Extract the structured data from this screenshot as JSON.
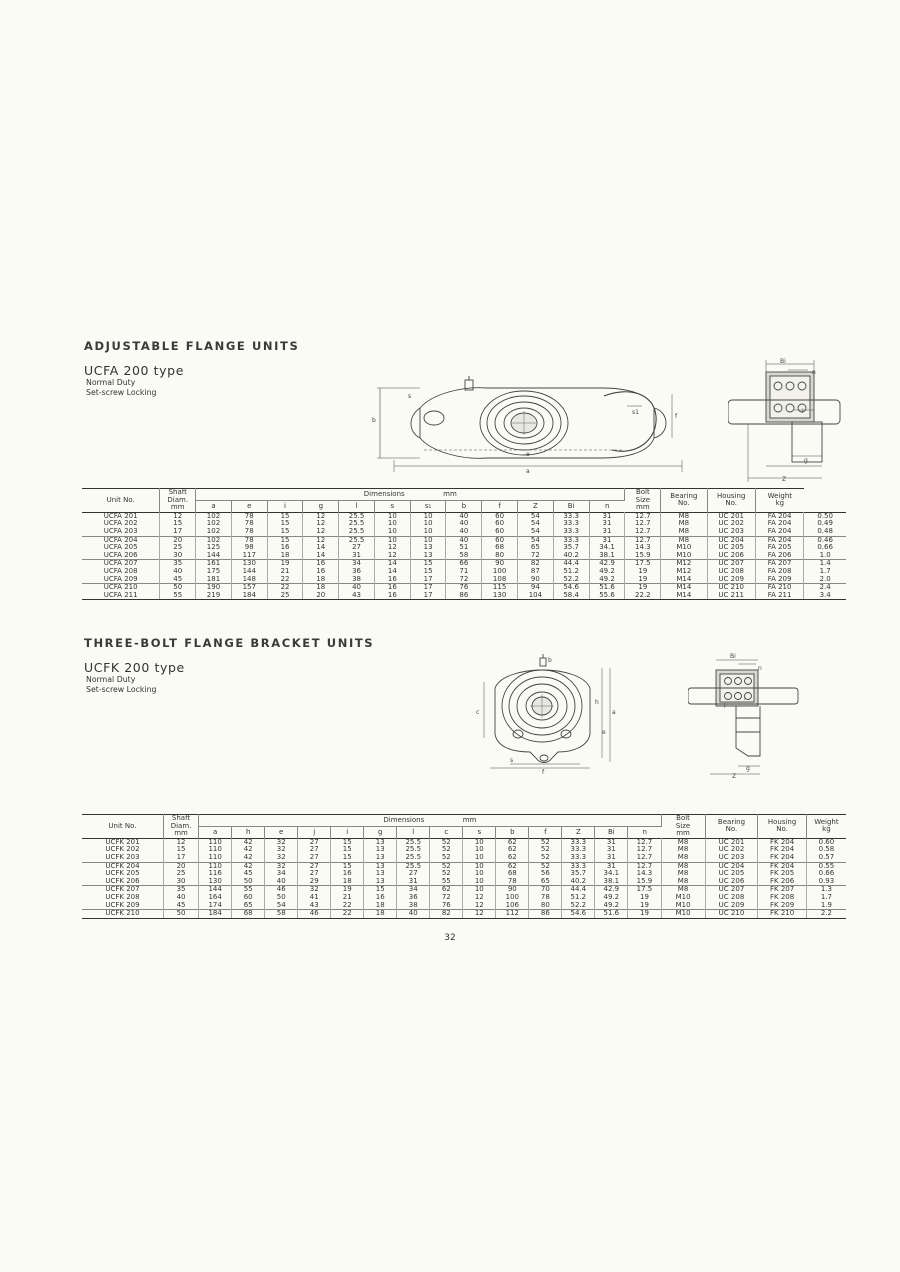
{
  "sections": [
    {
      "title": "ADJUSTABLE FLANGE UNITS",
      "type_label": "UCFA 200 type",
      "subtitle_lines": [
        "Normal Duty",
        "Set-screw Locking"
      ],
      "drawing_labels": {
        "front": [
          "s",
          "b",
          "e",
          "a",
          "f",
          "s1"
        ],
        "side": [
          "Bi",
          "n",
          "i",
          "g",
          "Z"
        ]
      },
      "headers": {
        "unit_no": "Unit No.",
        "shaft": [
          "Shaft",
          "Diam.",
          "mm"
        ],
        "dimensions": "Dimensions",
        "dimensions_unit": "mm",
        "dim_cols": [
          "a",
          "e",
          "i",
          "g",
          "l",
          "s",
          "s₁",
          "b",
          "f",
          "Z",
          "Bi",
          "n"
        ],
        "bolt": [
          "Bolt",
          "Size",
          "mm"
        ],
        "bearing": [
          "Bearing",
          "No."
        ],
        "housing": [
          "Housing",
          "No."
        ],
        "weight": [
          "Weight",
          "kg"
        ]
      },
      "rows": [
        [
          "UCFA 201",
          "12",
          "102",
          "78",
          "15",
          "12",
          "25.5",
          "10",
          "10",
          "40",
          "60",
          "54",
          "33.3",
          "31",
          "12.7",
          "M8",
          "UC 201",
          "FA 204",
          "0.50"
        ],
        [
          "UCFA 202",
          "15",
          "102",
          "78",
          "15",
          "12",
          "25.5",
          "10",
          "10",
          "40",
          "60",
          "54",
          "33.3",
          "31",
          "12.7",
          "M8",
          "UC 202",
          "FA 204",
          "0.49"
        ],
        [
          "UCFA 203",
          "17",
          "102",
          "78",
          "15",
          "12",
          "25.5",
          "10",
          "10",
          "40",
          "60",
          "54",
          "33.3",
          "31",
          "12.7",
          "M8",
          "UC 203",
          "FA 204",
          "0.48"
        ],
        [
          "UCFA 204",
          "20",
          "102",
          "78",
          "15",
          "12",
          "25.5",
          "10",
          "10",
          "40",
          "60",
          "54",
          "33.3",
          "31",
          "12.7",
          "M8",
          "UC 204",
          "FA 204",
          "0.46"
        ],
        [
          "UCFA 205",
          "25",
          "125",
          "98",
          "16",
          "14",
          "27",
          "12",
          "13",
          "51",
          "68",
          "65",
          "35.7",
          "34.1",
          "14.3",
          "M10",
          "UC 205",
          "FA 205",
          "0.66"
        ],
        [
          "UCFA 206",
          "30",
          "144",
          "117",
          "18",
          "14",
          "31",
          "12",
          "13",
          "58",
          "80",
          "72",
          "40.2",
          "38.1",
          "15.9",
          "M10",
          "UC 206",
          "FA 206",
          "1.0"
        ],
        [
          "UCFA 207",
          "35",
          "161",
          "130",
          "19",
          "16",
          "34",
          "14",
          "15",
          "66",
          "90",
          "82",
          "44.4",
          "42.9",
          "17.5",
          "M12",
          "UC 207",
          "FA 207",
          "1.4"
        ],
        [
          "UCFA 208",
          "40",
          "175",
          "144",
          "21",
          "16",
          "36",
          "14",
          "15",
          "71",
          "100",
          "87",
          "51.2",
          "49.2",
          "19",
          "M12",
          "UC 208",
          "FA 208",
          "1.7"
        ],
        [
          "UCFA 209",
          "45",
          "181",
          "148",
          "22",
          "18",
          "38",
          "16",
          "17",
          "72",
          "108",
          "90",
          "52.2",
          "49.2",
          "19",
          "M14",
          "UC 209",
          "FA 209",
          "2.0"
        ],
        [
          "UCFA 210",
          "50",
          "190",
          "157",
          "22",
          "18",
          "40",
          "16",
          "17",
          "76",
          "115",
          "94",
          "54.6",
          "51.6",
          "19",
          "M14",
          "UC 210",
          "FA 210",
          "2.4"
        ],
        [
          "UCFA 211",
          "55",
          "219",
          "184",
          "25",
          "20",
          "43",
          "16",
          "17",
          "86",
          "130",
          "104",
          "58.4",
          "55.6",
          "22.2",
          "M14",
          "UC 211",
          "FA 211",
          "3.4"
        ]
      ],
      "group_breaks": [
        3,
        6,
        9
      ]
    },
    {
      "title": "THREE-BOLT FLANGE BRACKET UNITS",
      "type_label": "UCFK 200 type",
      "subtitle_lines": [
        "Normal Duty",
        "Set-screw Locking"
      ],
      "drawing_labels": {
        "front": [
          "b",
          "c",
          "h",
          "a",
          "e",
          "s",
          "f"
        ],
        "side": [
          "Bi",
          "n",
          "l",
          "i",
          "g",
          "Z"
        ]
      },
      "headers": {
        "unit_no": "Unit No.",
        "shaft": [
          "Shaft",
          "Diam.",
          "mm"
        ],
        "dimensions": "Dimensions",
        "dimensions_unit": "mm",
        "dim_cols": [
          "a",
          "h",
          "e",
          "j",
          "i",
          "g",
          "l",
          "c",
          "s",
          "b",
          "f",
          "Z",
          "Bi",
          "n"
        ],
        "bolt": [
          "Bolt",
          "Size",
          "mm"
        ],
        "bearing": [
          "Bearing",
          "No."
        ],
        "housing": [
          "Housing",
          "No."
        ],
        "weight": [
          "Weight",
          "kg"
        ]
      },
      "rows": [
        [
          "UCFK 201",
          "12",
          "110",
          "42",
          "32",
          "27",
          "15",
          "13",
          "25.5",
          "52",
          "10",
          "62",
          "52",
          "33.3",
          "31",
          "12.7",
          "M8",
          "UC 201",
          "FK 204",
          "0.60"
        ],
        [
          "UCFK 202",
          "15",
          "110",
          "42",
          "32",
          "27",
          "15",
          "13",
          "25.5",
          "52",
          "10",
          "62",
          "52",
          "33.3",
          "31",
          "12.7",
          "M8",
          "UC 202",
          "FK 204",
          "0.58"
        ],
        [
          "UCFK 203",
          "17",
          "110",
          "42",
          "32",
          "27",
          "15",
          "13",
          "25.5",
          "52",
          "10",
          "62",
          "52",
          "33.3",
          "31",
          "12.7",
          "M8",
          "UC 203",
          "FK 204",
          "0.57"
        ],
        [
          "UCFK 204",
          "20",
          "110",
          "42",
          "32",
          "27",
          "15",
          "13",
          "25.5",
          "52",
          "10",
          "62",
          "52",
          "33.3",
          "31",
          "12.7",
          "M8",
          "UC 204",
          "FK 204",
          "0.55"
        ],
        [
          "UCFK 205",
          "25",
          "116",
          "45",
          "34",
          "27",
          "16",
          "13",
          "27",
          "52",
          "10",
          "68",
          "56",
          "35.7",
          "34.1",
          "14.3",
          "M8",
          "UC 205",
          "FK 205",
          "0.66"
        ],
        [
          "UCFK 206",
          "30",
          "130",
          "50",
          "40",
          "29",
          "18",
          "13",
          "31",
          "55",
          "10",
          "78",
          "65",
          "40.2",
          "38.1",
          "15.9",
          "M8",
          "UC 206",
          "FK 206",
          "0.93"
        ],
        [
          "UCFK 207",
          "35",
          "144",
          "55",
          "46",
          "32",
          "19",
          "15",
          "34",
          "62",
          "10",
          "90",
          "70",
          "44.4",
          "42.9",
          "17.5",
          "M8",
          "UC 207",
          "FK 207",
          "1.3"
        ],
        [
          "UCFK 208",
          "40",
          "164",
          "60",
          "50",
          "41",
          "21",
          "16",
          "36",
          "72",
          "12",
          "100",
          "78",
          "51.2",
          "49.2",
          "19",
          "M10",
          "UC 208",
          "FK 208",
          "1.7"
        ],
        [
          "UCFK 209",
          "45",
          "174",
          "65",
          "54",
          "43",
          "22",
          "18",
          "38",
          "76",
          "12",
          "106",
          "80",
          "52.2",
          "49.2",
          "19",
          "M10",
          "UC 209",
          "FK 209",
          "1.9"
        ],
        [
          "UCFK 210",
          "50",
          "184",
          "68",
          "58",
          "46",
          "22",
          "18",
          "40",
          "82",
          "12",
          "112",
          "86",
          "54.6",
          "51.6",
          "19",
          "M10",
          "UC 210",
          "FK 210",
          "2.2"
        ]
      ],
      "group_breaks": [
        3,
        6,
        9
      ]
    }
  ],
  "page_number": "32"
}
